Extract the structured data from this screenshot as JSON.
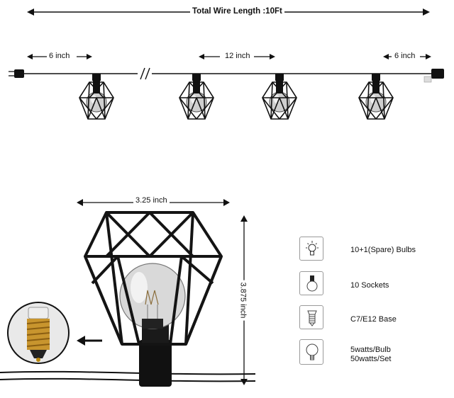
{
  "total_wire": {
    "label": "Total Wire Length :10Ft"
  },
  "spacing": {
    "left_end": "6 inch",
    "between_sockets": "12 inch",
    "right_end": "6 inch"
  },
  "lamp": {
    "width_label": "3.25 inch",
    "height_label": "3.875 inch"
  },
  "specs": [
    {
      "icon": "bulb-glow-icon",
      "text": "10+1(Spare) Bulbs"
    },
    {
      "icon": "socket-icon",
      "text": "10 Sockets"
    },
    {
      "icon": "base-icon",
      "text": "C7/E12 Base"
    },
    {
      "icon": "round-bulb-icon",
      "text": "5watts/Bulb",
      "text2": "50watts/Set"
    }
  ],
  "colors": {
    "wire": "#111111",
    "cage": "#1a1a1a",
    "brass": "#c8952e"
  }
}
